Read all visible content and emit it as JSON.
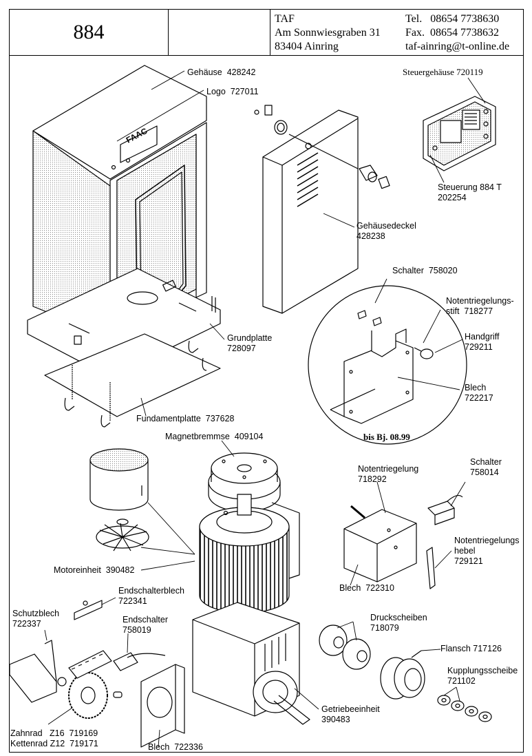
{
  "header": {
    "model": "884",
    "company": "TAF",
    "street": "Am Sonnwiesgraben 31",
    "city": "83404 Ainring",
    "tel": "Tel.   08654 7738630",
    "fax": "Fax.  08654 7738632",
    "email": "taf-ainring@t-online.de"
  },
  "logo_text": "FAAC",
  "inset_note": "bis Bj. 08.99",
  "parts": {
    "gehaeuse": {
      "name": "Gehäuse",
      "num": "428242"
    },
    "logo": {
      "name": "Logo",
      "num": "727011"
    },
    "steuergehaeuse": {
      "name": "Steuergehäuse",
      "num": "720119"
    },
    "steuerung": {
      "name": "Steuerung 884 T",
      "num": "202254"
    },
    "gehaeusedeckel": {
      "name": "Gehäusedeckel",
      "num": "428238"
    },
    "schalter_a": {
      "name": "Schalter",
      "num": "758020"
    },
    "notentriegelungsstift": {
      "name": "Notentriegelungs-",
      "name2": "stift",
      "num": "718277"
    },
    "handgriff": {
      "name": "Handgriff",
      "num": "729211"
    },
    "blech_a": {
      "name": "Blech",
      "num": "722217"
    },
    "grundplatte": {
      "name": "Grundplatte",
      "num": "728097"
    },
    "fundamentplatte": {
      "name": "Fundamentplatte",
      "num": "737628"
    },
    "magnetbremse": {
      "name": "Magnetbremmse",
      "num": "409104"
    },
    "notentriegelung": {
      "name": "Notentriegelung",
      "num": "718292"
    },
    "schalter_b": {
      "name": "Schalter",
      "num": "758014"
    },
    "notentriegelungshebel": {
      "name": "Notentriegelungs",
      "name2": "hebel",
      "num": "729121"
    },
    "motoreinheit": {
      "name": "Motoreinheit",
      "num": "390482"
    },
    "blech_b": {
      "name": "Blech",
      "num": "722310"
    },
    "endschalterblech": {
      "name": "Endschalterblech",
      "num": "722341"
    },
    "schutzblech": {
      "name": "Schutzblech",
      "num": "722337"
    },
    "endschalter": {
      "name": "Endschalter",
      "num": "758019"
    },
    "druckscheiben": {
      "name": "Druckscheiben",
      "num": "718079"
    },
    "flansch": {
      "name": "Flansch",
      "num": "717126"
    },
    "kupplungsscheibe": {
      "name": "Kupplungsscheibe",
      "num": "721102"
    },
    "getriebeeinheit": {
      "name": "Getriebeeinheit",
      "num": "390483"
    },
    "zahnrad": {
      "name": "Zahnrad   Z16",
      "num": "719169"
    },
    "kettenrad": {
      "name": "Kettenrad Z12",
      "num": "719171"
    },
    "blech_c": {
      "name": "Blech",
      "num": "722336"
    }
  }
}
